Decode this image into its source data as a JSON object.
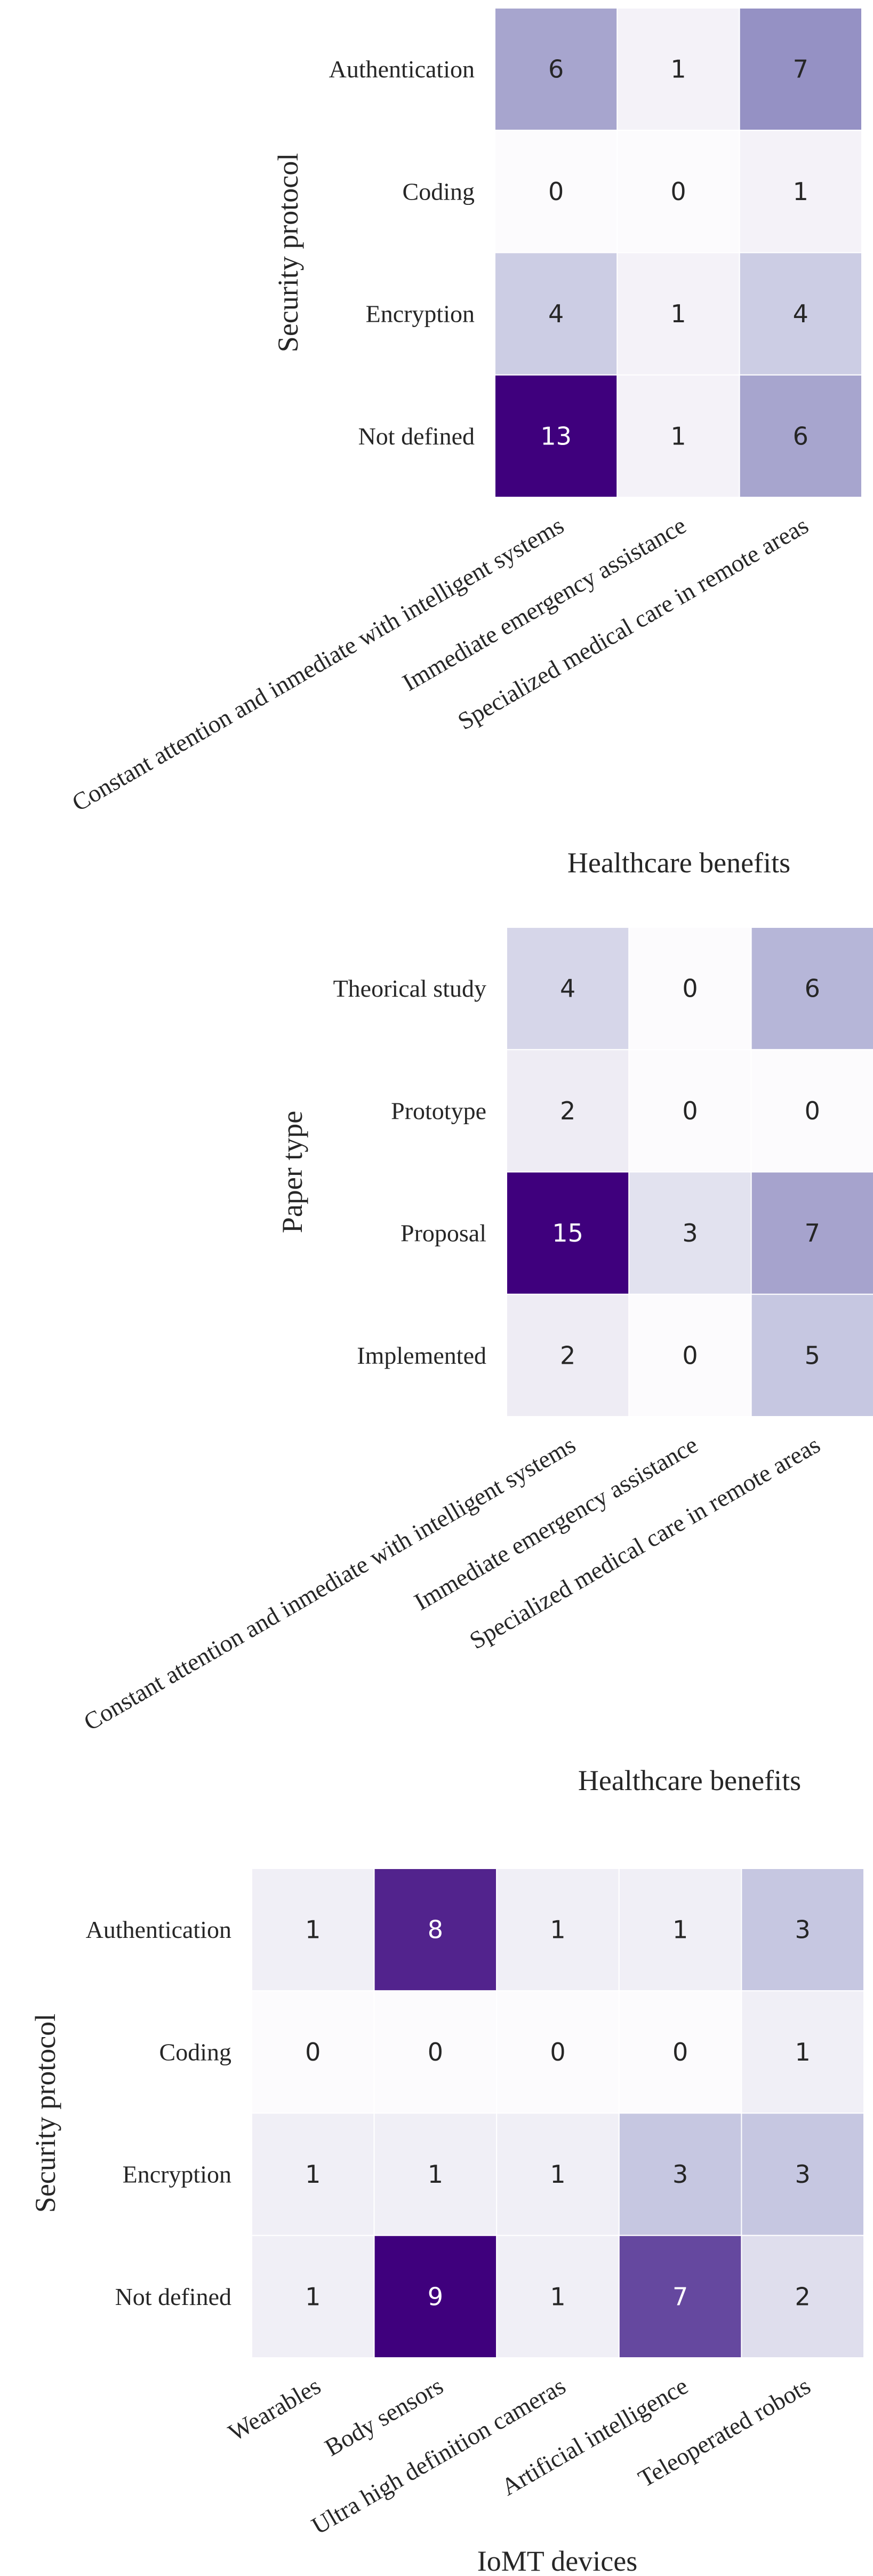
{
  "chart_data": [
    {
      "type": "heatmap",
      "ylabel": "Security protocol",
      "xlabel": "Healthcare benefits",
      "y_categories": [
        "Authentication",
        "Coding",
        "Encryption",
        "Not defined"
      ],
      "x_categories": [
        "Constant attention and inmediate with intelligent systems",
        "Immediate emergency assistance",
        "Specialized medical care in remote areas"
      ],
      "values": [
        [
          6,
          1,
          7
        ],
        [
          0,
          0,
          1
        ],
        [
          4,
          1,
          4
        ],
        [
          13,
          1,
          6
        ]
      ],
      "colormap": "Purples",
      "vmin": 0,
      "vmax": 13,
      "grid": false,
      "colorbar": false
    },
    {
      "type": "heatmap",
      "ylabel": "Paper type",
      "xlabel": "Healthcare benefits",
      "y_categories": [
        "Theorical study",
        "Prototype",
        "Proposal",
        "Implemented"
      ],
      "x_categories": [
        "Constant attention and inmediate with intelligent systems",
        "Immediate emergency assistance",
        "Specialized medical care in remote areas"
      ],
      "values": [
        [
          4,
          0,
          6
        ],
        [
          2,
          0,
          0
        ],
        [
          15,
          3,
          7
        ],
        [
          2,
          0,
          5
        ]
      ],
      "colormap": "Purples",
      "vmin": 0,
      "vmax": 15,
      "grid": false,
      "colorbar": false
    },
    {
      "type": "heatmap",
      "ylabel": "Security protocol",
      "xlabel": "IoMT devices",
      "y_categories": [
        "Authentication",
        "Coding",
        "Encryption",
        "Not defined"
      ],
      "x_categories": [
        "Wearables",
        "Body sensors",
        "Ultra high definition cameras",
        "Artificial intelligence",
        "Teleoperated robots"
      ],
      "values": [
        [
          1,
          8,
          1,
          1,
          3
        ],
        [
          0,
          0,
          0,
          0,
          1
        ],
        [
          1,
          1,
          1,
          3,
          3
        ],
        [
          1,
          9,
          1,
          7,
          2
        ]
      ],
      "colormap": "Purples",
      "vmin": 0,
      "vmax": 9,
      "grid": false,
      "colorbar": false
    }
  ]
}
